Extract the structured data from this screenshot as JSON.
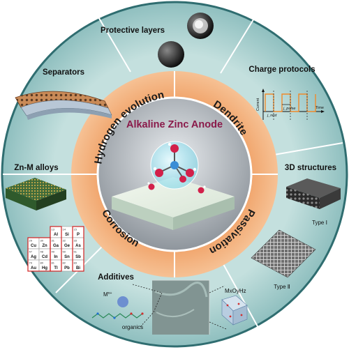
{
  "center": {
    "title": "Alkaline Zinc Anode"
  },
  "inner_ring": {
    "items": [
      "Hydrogen evolution",
      "Dendrite",
      "Passivation",
      "Corrosion"
    ]
  },
  "outer_ring": {
    "items": [
      "Protective layers",
      "Charge protocols",
      "3D structures",
      "Additives",
      "Zn-M alloys",
      "Separators"
    ]
  },
  "charge_protocol_plot": {
    "y_label": "Current",
    "x_label": "Time",
    "j_label_1": "j_rest",
    "j_label_2": "j_pulse"
  },
  "structures": {
    "type1": "Type Ⅰ",
    "type2": "Type Ⅱ"
  },
  "additives": {
    "ion_label": "M",
    "ion_sup": "n+",
    "organics": "organics",
    "oxide_label": "MxOyHz"
  },
  "periodic_table": {
    "cells": [
      {
        "n": "13",
        "s": "Al"
      },
      {
        "n": "14",
        "s": "Si"
      },
      {
        "n": "15",
        "s": "P"
      },
      {
        "n": "29",
        "s": "Cu"
      },
      {
        "n": "30",
        "s": "Zn"
      },
      {
        "n": "31",
        "s": "Ga"
      },
      {
        "n": "32",
        "s": "Ge"
      },
      {
        "n": "33",
        "s": "As"
      },
      {
        "n": "47",
        "s": "Ag"
      },
      {
        "n": "48",
        "s": "Cd"
      },
      {
        "n": "49",
        "s": "In"
      },
      {
        "n": "50",
        "s": "Sn"
      },
      {
        "n": "51",
        "s": "Sb"
      },
      {
        "n": "79",
        "s": "Au"
      },
      {
        "n": "80",
        "s": "Hg"
      },
      {
        "n": "81",
        "s": "Tl"
      },
      {
        "n": "82",
        "s": "Pb"
      },
      {
        "n": "83",
        "s": "Bi"
      }
    ]
  },
  "colors": {
    "outer_disk": "#b9d8d6",
    "outer_edge": "#2f6d70",
    "ring_orange": "#f3a871",
    "ring_orange_light": "#f7c49a",
    "center_fill": "#aeb3b8",
    "title_color": "#8a1a4a"
  }
}
